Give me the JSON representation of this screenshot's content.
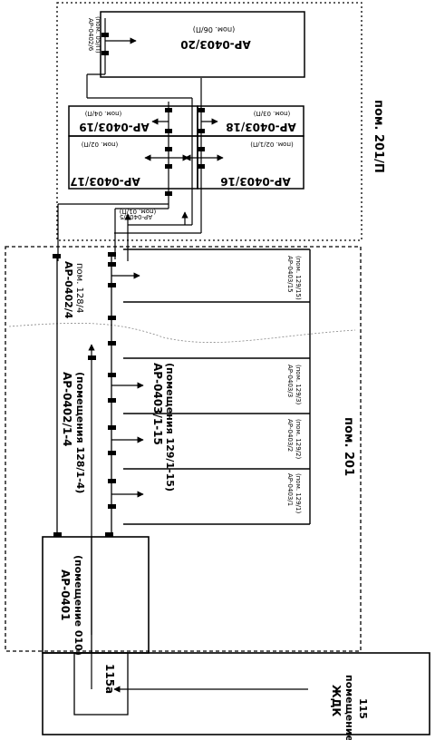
{
  "zones": {
    "z201p": "пом. 201/П",
    "z201": "пом. 201"
  },
  "units": {
    "u20": {
      "name": "АР-0403/20",
      "room": "(пом. 06/П)"
    },
    "u19": {
      "name": "АР-0403/19",
      "room": "(пом. 04/П)"
    },
    "u18": {
      "name": "АР-0403/18",
      "room": "(пом. 03/П)"
    },
    "u17": {
      "name": "АР-0403/17",
      "room": "(пом. 02/П)"
    },
    "u16": {
      "name": "АР-0403/16",
      "room": "(пом. 02/1/П)"
    },
    "b6": {
      "name": "АР-0402/6",
      "room": "(пом. 05/П)"
    },
    "b5": {
      "name": "АР-0402/5",
      "room": "(пом. 01/П)"
    },
    "b4": {
      "name": "АР-0402/4",
      "room": "пом. 128/4"
    },
    "b14": {
      "name": "АР-0402/1-4",
      "room": "(помещения 128/1-4)"
    },
    "g115": {
      "name": "АР-0403/1-15",
      "room": "(помещения 129/1-15)"
    },
    "p1": {
      "name": "АР-0403/1",
      "room": "(пом. 129/1)"
    },
    "p2": {
      "name": "АР-0403/2",
      "room": "(пом. 129/2)"
    },
    "p3": {
      "name": "АР-0403/3",
      "room": "(пом. 129/3)"
    },
    "p15": {
      "name": "АР-0403/15",
      "room": "(пом. 129/15)"
    },
    "m401": {
      "name": "АР-0401",
      "room": "(помещение 010)"
    },
    "r115a": {
      "name": "115а"
    },
    "zdk": {
      "name": "ЖДК",
      "room": "помещение",
      "num": "115"
    }
  }
}
